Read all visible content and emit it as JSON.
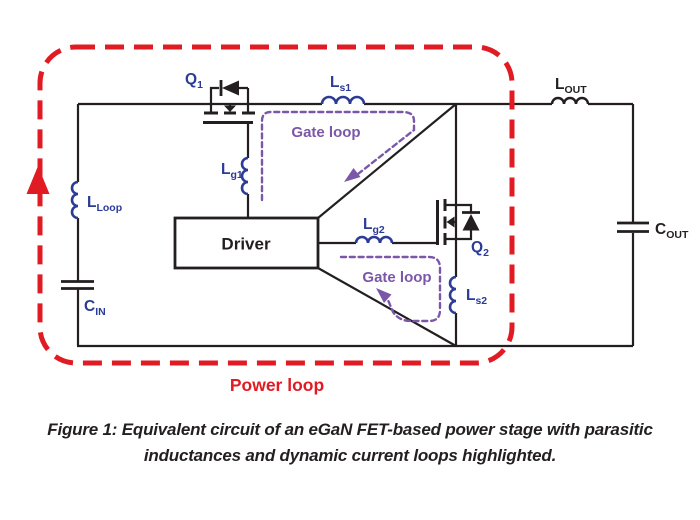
{
  "figure": {
    "power_loop_label": "Power loop",
    "gate_loop_top_label": "Gate loop",
    "gate_loop_bottom_label": "Gate loop",
    "driver_label": "Driver",
    "components": {
      "q1": {
        "main": "Q",
        "sub": "1"
      },
      "ls1": {
        "main": "L",
        "sub": "s1"
      },
      "lg1": {
        "main": "L",
        "sub": "g1"
      },
      "lloop": {
        "main": "L",
        "sub": "Loop"
      },
      "cin": {
        "main": "C",
        "sub": "IN"
      },
      "lg2": {
        "main": "L",
        "sub": "g2"
      },
      "q2": {
        "main": "Q",
        "sub": "2"
      },
      "ls2": {
        "main": "L",
        "sub": "s2"
      },
      "lout": {
        "main": "L",
        "sub": "OUT"
      },
      "cout": {
        "main": "C",
        "sub": "OUT"
      }
    },
    "colors": {
      "wire_black": "#231f20",
      "parasitic_blue": "#2c3b96",
      "power_loop_red": "#e11b23",
      "gate_loop_purple": "#7b57a8"
    }
  },
  "caption": {
    "line1": "Figure 1: Equivalent circuit of an eGaN FET-based power stage with parasitic",
    "line2": "inductances and dynamic current loops highlighted."
  }
}
